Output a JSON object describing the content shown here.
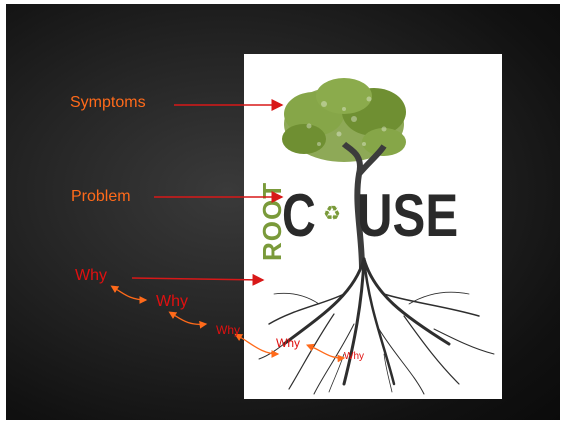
{
  "labels": {
    "symptoms": "Symptoms",
    "problem": "Problem",
    "why_1": "Why",
    "why_2": "Why",
    "why_3": "Why",
    "why_4": "Why",
    "why_5": "Why"
  },
  "poster": {
    "word_root": "ROOT",
    "word_cause_c": "C",
    "word_cause_rest": "USE",
    "recycle_icon": "recycle-icon"
  },
  "colors": {
    "label_orange": "#ff6a1a",
    "why_red": "#e01010",
    "arrow_red": "#d81818",
    "leaf_green": "#7a9a3a",
    "root_green": "#5a7a2a",
    "trunk": "#3c3c3c",
    "text_dark": "#2a2a2a"
  }
}
